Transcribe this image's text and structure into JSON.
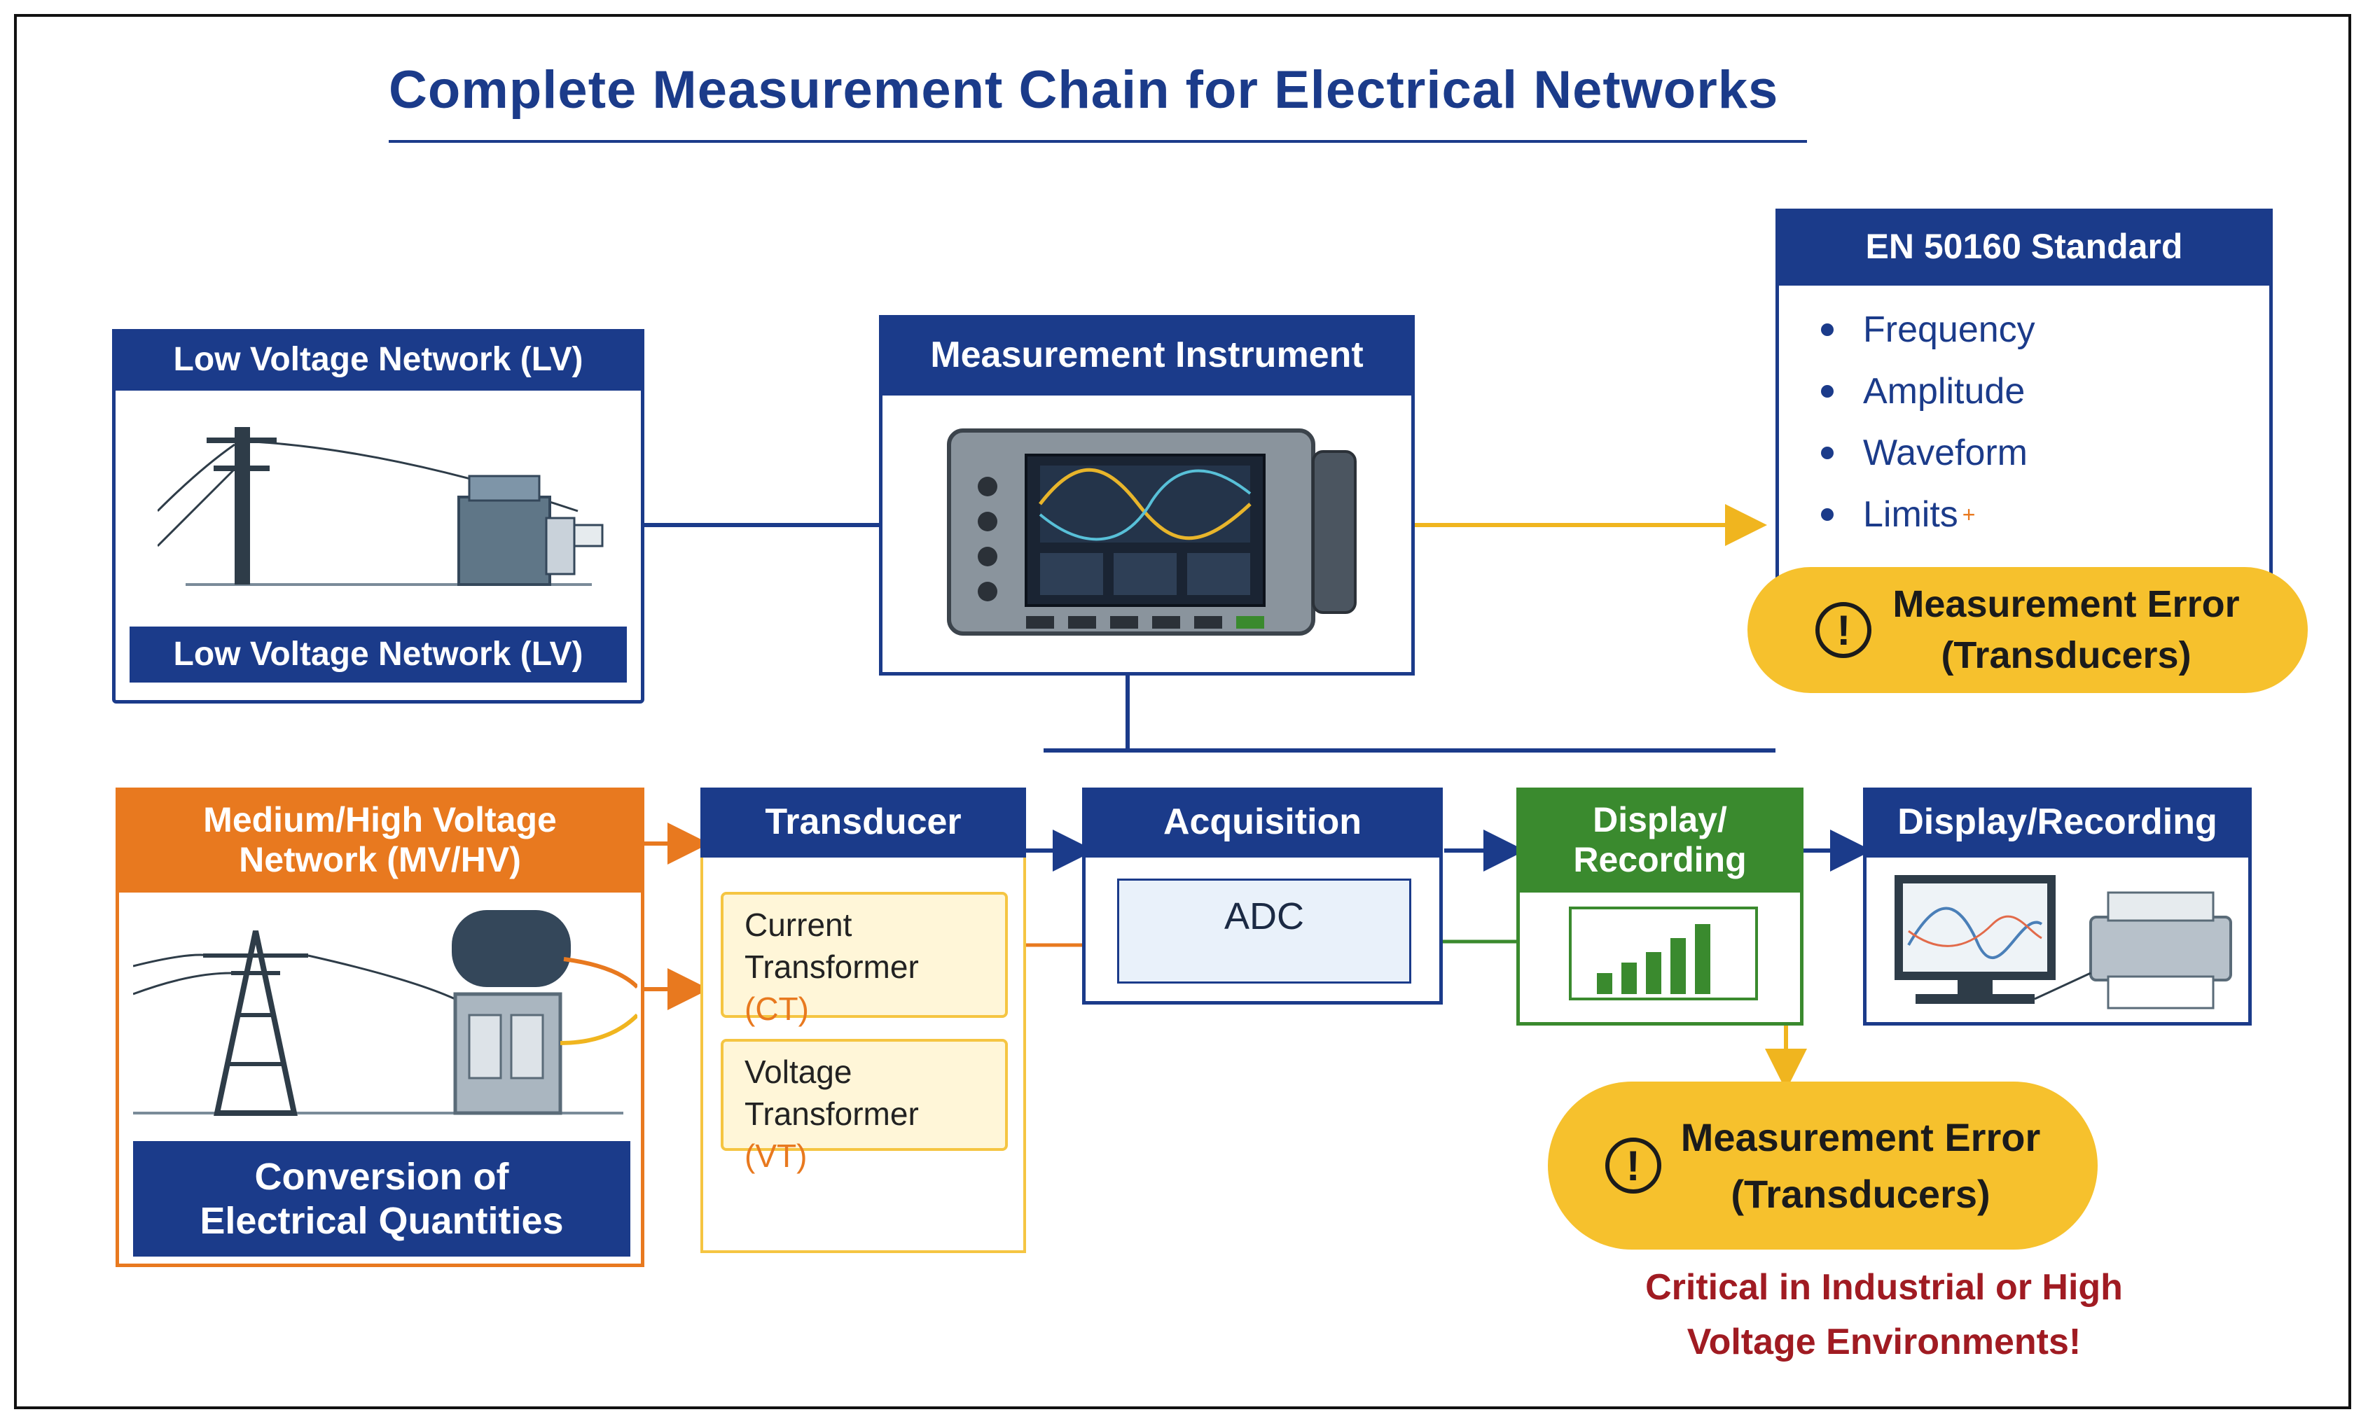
{
  "title": "Complete Measurement Chain for Electrical Networks",
  "lv_network": {
    "header": "Low Voltage Network (LV)",
    "footer": "Low Voltage Network (LV)"
  },
  "instrument": {
    "header": "Measurement Instrument"
  },
  "standard": {
    "header": "EN 50160 Standard",
    "items": [
      "Frequency",
      "Amplitude",
      "Waveform",
      "Limits"
    ],
    "limits_mark": "+"
  },
  "error_top": {
    "line1": "Measurement Error",
    "line2": "(Transducers)"
  },
  "mv_network": {
    "header_line1": "Medium/High Voltage",
    "header_line2": "Network (MV/HV)",
    "footer_line1": "Conversion of",
    "footer_line2": "Electrical Quantities"
  },
  "transducer": {
    "header": "Transducer",
    "ct_line1": "Current",
    "ct_line2": "Transformer",
    "ct_abbr": "(CT)",
    "vt_line1": "Voltage",
    "vt_line2": "Transformer",
    "vt_abbr": "(VT)"
  },
  "acquisition": {
    "header": "Acquisition",
    "adc": "ADC"
  },
  "display_rec_green": {
    "line1": "Display/",
    "line2": "Recording"
  },
  "display_rec": {
    "header": "Display/Recording"
  },
  "error_bottom": {
    "line1": "Measurement Error",
    "line2": "(Transducers)"
  },
  "critical": {
    "line1": "Critical in Industrial or High",
    "line2": "Voltage Environments!"
  },
  "colors": {
    "navy": "#1b3b8a",
    "orange": "#e8791f",
    "yellow": "#f6c12d",
    "green": "#3a8a2e",
    "red": "#a01b22"
  }
}
